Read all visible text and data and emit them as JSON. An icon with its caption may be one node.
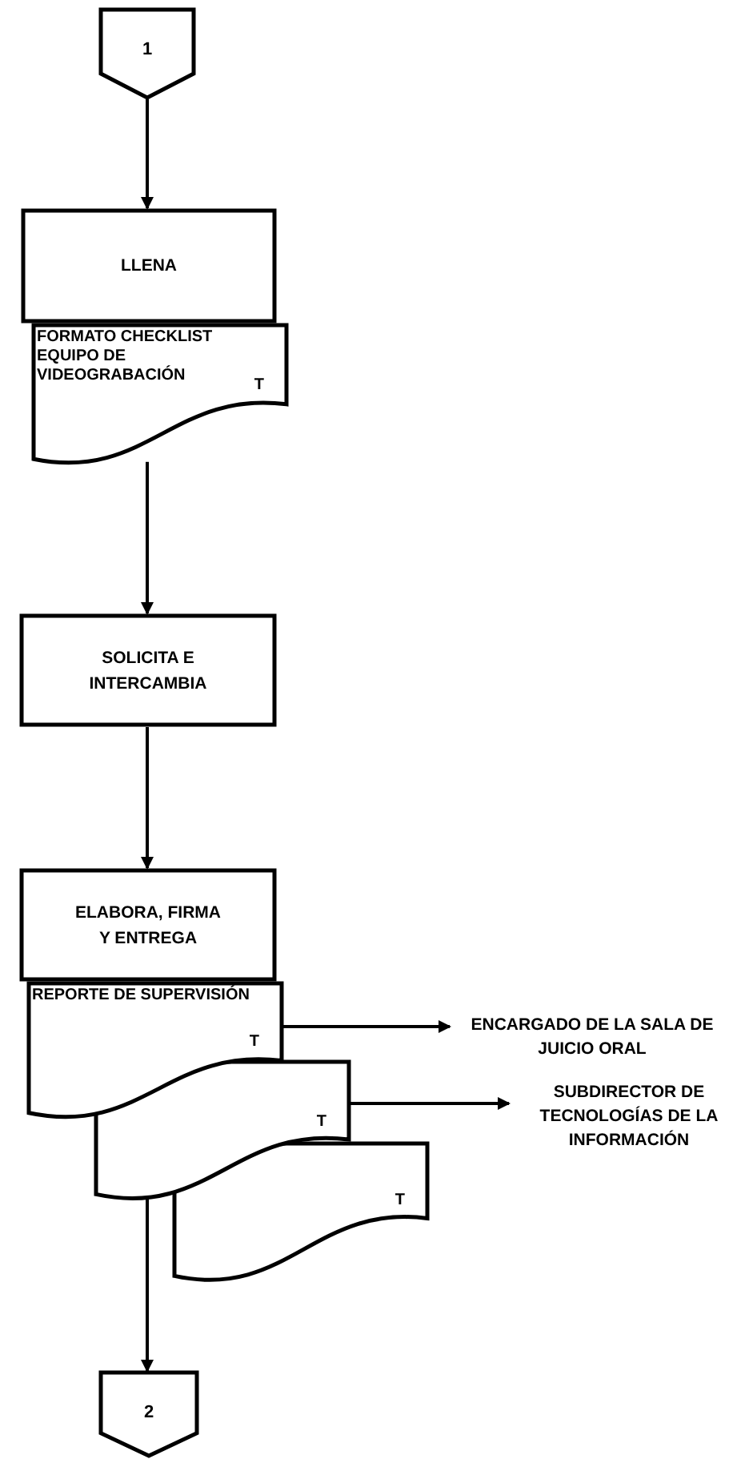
{
  "diagram": {
    "nodes": [
      {
        "text": [
          "1"
        ]
      },
      {
        "text": [
          "LLENA"
        ]
      },
      {
        "text": [
          "FORMATO CHECKLIST EQUIPO DE VIDEOGRABACIÓN",
          "T"
        ]
      },
      {
        "text": [
          "SOLICITA E INTERCAMBIA"
        ]
      },
      {
        "text": [
          "ELABORA, FIRMA Y ENTREGA"
        ]
      },
      {
        "text": [
          "REPORTE DE SUPERVISIÓN",
          "T"
        ]
      },
      {
        "text": [
          "T"
        ]
      },
      {
        "text": [
          "T"
        ]
      },
      {
        "text": [
          "ENCARGADO DE LA SALA DE JUICIO ORAL"
        ]
      },
      {
        "text": [
          "SUBDIRECTOR DE TECNOLOGÍAS DE LA INFORMACIÓN"
        ]
      },
      {
        "text": [
          "2"
        ]
      }
    ],
    "edges": [
      {
        "from": 0,
        "to": 1,
        "arrow": "to"
      },
      {
        "from": 2,
        "to": 3,
        "arrow": "to"
      },
      {
        "from": 3,
        "to": 4,
        "arrow": "to"
      },
      {
        "from": 5,
        "to": 8,
        "arrow": "to"
      },
      {
        "from": 6,
        "to": 9,
        "arrow": "to"
      },
      {
        "from": 6,
        "to": 10,
        "arrow": "to"
      }
    ]
  }
}
